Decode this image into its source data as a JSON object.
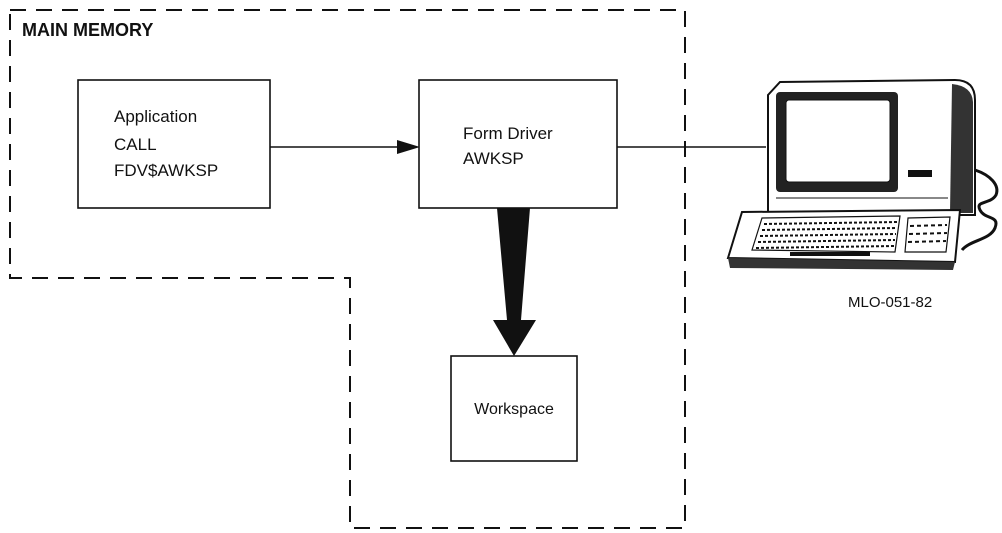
{
  "memory_region": {
    "label": "MAIN MEMORY"
  },
  "application_box": {
    "line1": "Application",
    "line2": "CALL",
    "line3": "FDV$AWKSP"
  },
  "form_driver_box": {
    "line1": "Form Driver",
    "line2": "AWKSP"
  },
  "workspace_box": {
    "label": "Workspace"
  },
  "figure_id": "MLO-051-82",
  "icons": [
    "video-terminal-icon",
    "keyboard-icon"
  ],
  "colors": {
    "ink": "#111111",
    "background": "#ffffff"
  }
}
